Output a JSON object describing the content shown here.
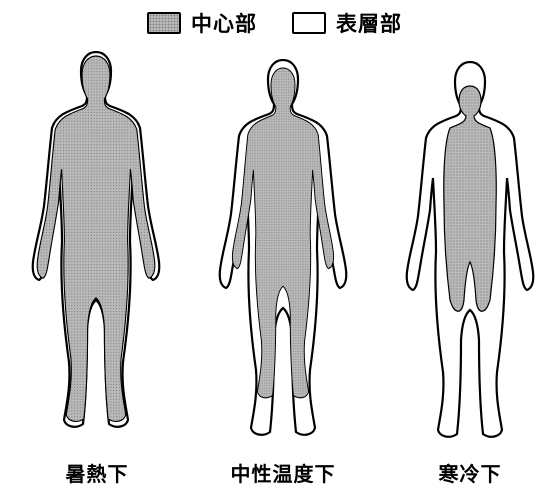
{
  "legend": {
    "core_label": "中心部",
    "shell_label": "表層部"
  },
  "figures": [
    {
      "caption": "暑熱下"
    },
    {
      "caption": "中性温度下"
    },
    {
      "caption": "寒冷下"
    }
  ],
  "colors": {
    "core_fill": "#b9b9b9",
    "shell_fill": "#ffffff",
    "outline": "#000000"
  }
}
